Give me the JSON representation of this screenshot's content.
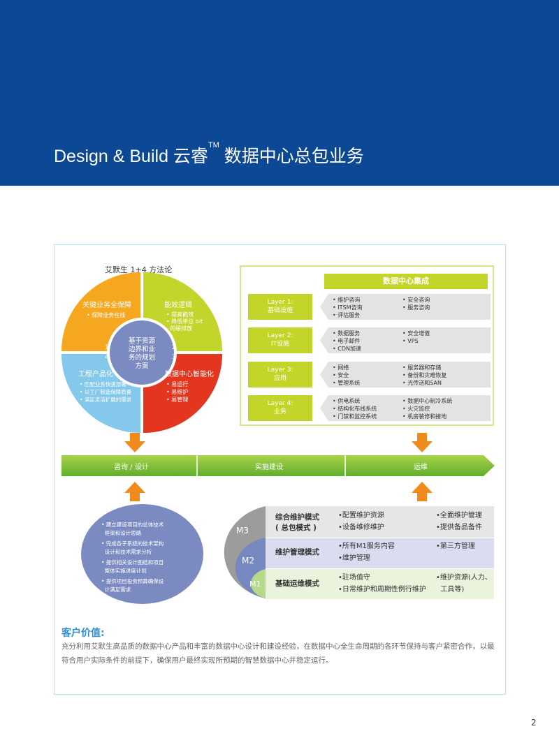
{
  "header": {
    "title": "Design & Build 云睿",
    "tm": "TM",
    "title_suffix": "数据中心总包业务"
  },
  "methodology": {
    "title": "艾默生 1+4 方法论",
    "center": [
      "基于资源",
      "边界和业",
      "务的规划",
      "方案"
    ],
    "quadrants": [
      {
        "num": "1",
        "title": "关键业务全保障",
        "items": [
          "• 保障业务在线"
        ],
        "color": "#f5a81f"
      },
      {
        "num": "2",
        "title": "能效逻辑",
        "items": [
          "• 提高能效",
          "• 降低单位 bit",
          "  的碳排放"
        ],
        "color": "#c3d52a"
      },
      {
        "num": "3",
        "title": "数据中心智能化",
        "items": [
          "• 易运行",
          "• 易维护",
          "• 易管理"
        ],
        "color": "#e4361f"
      },
      {
        "num": "4",
        "title": "工程产品化",
        "items": [
          "• 匹配业务快速部署",
          "• 以工厂制造保障质量",
          "• 满足灵活扩展的需求"
        ],
        "color": "#84c8ec"
      }
    ]
  },
  "integration": {
    "title": "数据中心集成",
    "layers": [
      {
        "name": "Layer 1:",
        "sub": "基础设施",
        "col1": [
          "• 维护咨询",
          "• ITSM咨询",
          "• 评估服务"
        ],
        "col2": [
          "• 安全咨询",
          "• 服务咨询"
        ]
      },
      {
        "name": "Layer 2:",
        "sub": "IT设施",
        "col1": [
          "• 数据服务",
          "• 电子邮件",
          "• CDN加速"
        ],
        "col2": [
          "• 安全增值",
          "• VPS"
        ]
      },
      {
        "name": "Layer 3:",
        "sub": "应用",
        "col1": [
          "• 网络",
          "• 安全",
          "• 管理系统"
        ],
        "col2": [
          "• 服务器和存储",
          "• 备份和灾难恢复",
          "• 光传送和SAN"
        ]
      },
      {
        "name": "Layer 4:",
        "sub": "业务",
        "col1": [
          "• 供电系统",
          "• 结构化布线系统",
          "• 门禁和监控系统"
        ],
        "col2": [
          "• 数据中心制冷系统",
          "• 火灾监控",
          "• 机房装修和接地"
        ]
      }
    ]
  },
  "process": [
    "咨询 / 设计",
    "实施建设",
    "运维"
  ],
  "design_items": [
    "• 建立建设项目的总体技术",
    "  框架和设计思路",
    "• 完成各子系统的技术架构",
    "  设计和技术需求分析",
    "• 提供相关设计图纸和项目",
    "  整体实施进度计划",
    "• 提供项目投资预算确保设",
    "  计满足需求"
  ],
  "modes": [
    {
      "level": "M3",
      "title": [
        "综合维护模式",
        "( 总包模式 )"
      ],
      "a": [
        "•配置维护资源",
        "•设备维修维护"
      ],
      "b": [
        "•全面维护管理",
        "•提供备品备件"
      ]
    },
    {
      "level": "M2",
      "title": [
        "维护管理模式"
      ],
      "a": [
        "•所有M1服务内容",
        "•维护管理"
      ],
      "b": [
        "•第三方管理"
      ]
    },
    {
      "level": "M1",
      "title": [
        "基础运维模式"
      ],
      "a": [
        "•驻场值守",
        "•日常维护和周期性例行维护"
      ],
      "b": [
        "•维护资源(人力、",
        "  工具等)"
      ]
    }
  ],
  "value": {
    "heading": "客户价值:",
    "text": "充分利用艾默生高品质的数据中心产品和丰富的数据中心设计和建设经验，在数据中心全生命周期的各环节保持与客户紧密合作，以最符合用户实际条件的前提下，确保用户最终实现所预期的智慧数据中心并稳定运行。"
  },
  "page_number": "2"
}
